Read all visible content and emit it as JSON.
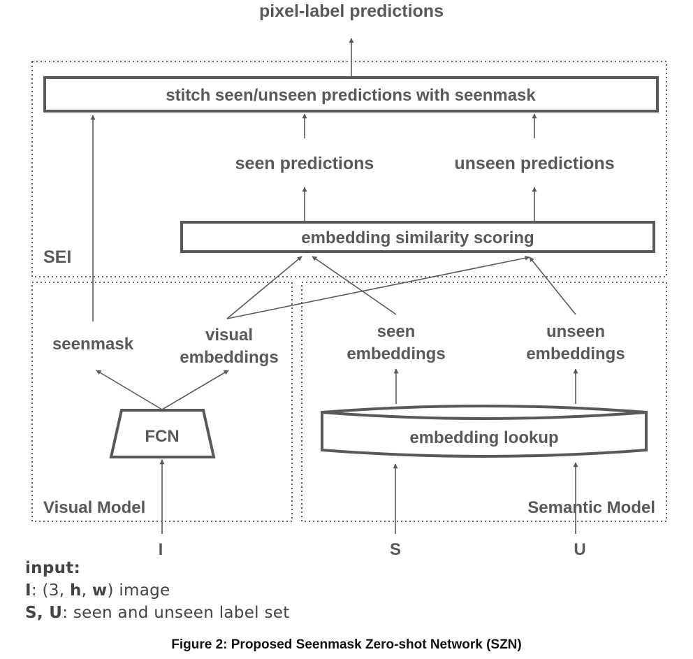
{
  "output_label": "pixel-label predictions",
  "sei": {
    "region_label": "SEI",
    "stitch_box": "stitch seen/unseen predictions with seenmask",
    "seen_predictions": "seen predictions",
    "unseen_predictions": "unseen predictions",
    "scoring_box": "embedding similarity scoring"
  },
  "visual_model": {
    "region_label": "Visual Model",
    "seenmask": "seenmask",
    "visual_embeddings_line1": "visual",
    "visual_embeddings_line2": "embeddings",
    "fcn": "FCN"
  },
  "semantic_model": {
    "region_label": "Semantic Model",
    "seen_embeddings_line1": "seen",
    "seen_embeddings_line2": "embeddings",
    "unseen_embeddings_line1": "unseen",
    "unseen_embeddings_line2": "embeddings",
    "lookup": "embedding lookup"
  },
  "inputs": {
    "i": "I",
    "s": "S",
    "u": "U"
  },
  "legend": {
    "title": "input:",
    "line1_key": "I",
    "line1_a": ": (3, ",
    "line1_h": "h",
    "line1_comma": ", ",
    "line1_w": "w",
    "line1_b": ") image",
    "line2_key": "S, U",
    "line2_rest": ": seen and unseen label set"
  },
  "caption": "Figure 2: Proposed Seenmask Zero-shot Network (SZN)"
}
